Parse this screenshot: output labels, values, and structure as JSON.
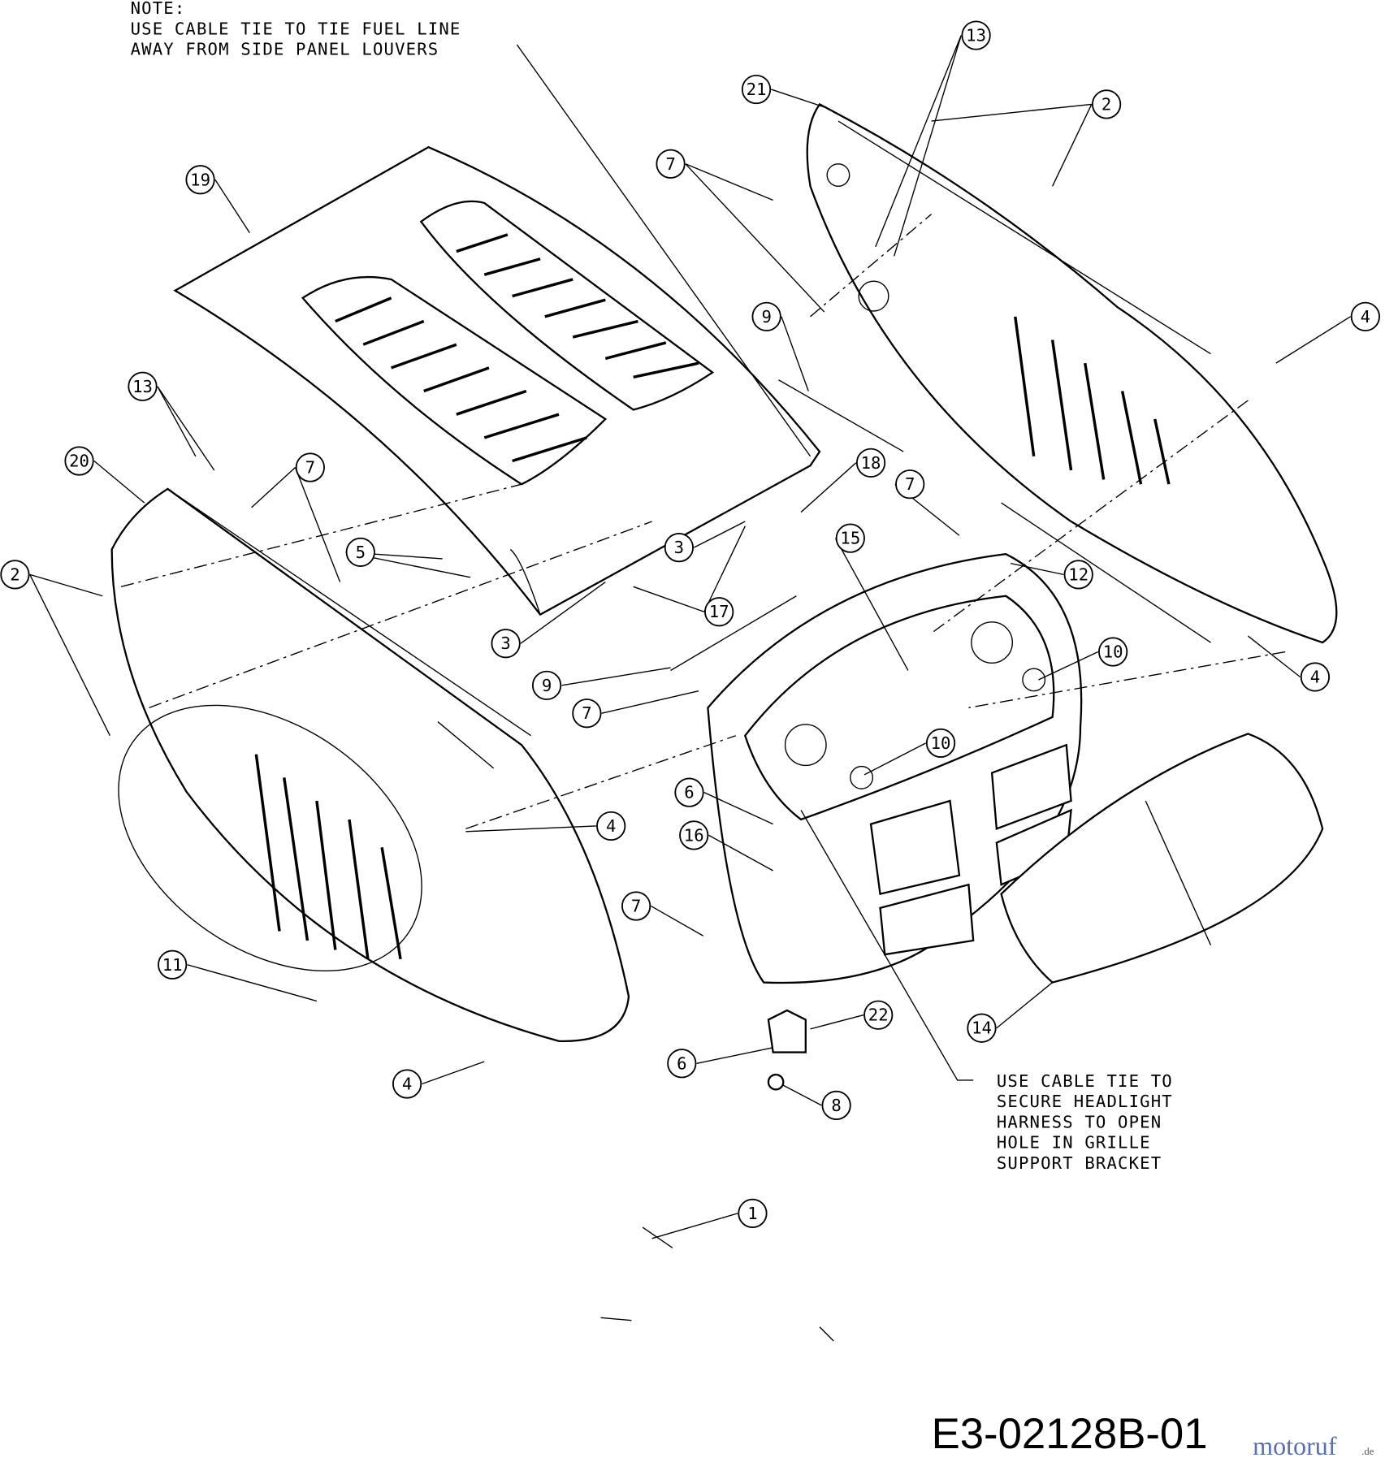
{
  "notes": {
    "top": [
      "NOTE:",
      "USE CABLE TIE TO TIE FUEL LINE",
      "AWAY FROM SIDE PANEL LOUVERS"
    ],
    "bottom": [
      "USE CABLE TIE TO",
      "SECURE HEADLIGHT",
      "HARNESS TO OPEN",
      "HOLE IN GRILLE",
      "SUPPORT BRACKET"
    ]
  },
  "drawing_code": "E3-02128B-01",
  "watermark": {
    "text": "motoruf",
    "suffix": ".de"
  },
  "callouts": [
    "13",
    "21",
    "2",
    "7",
    "19",
    "9",
    "4",
    "13",
    "20",
    "7",
    "18",
    "7",
    "15",
    "5",
    "3",
    "2",
    "12",
    "17",
    "3",
    "10",
    "4",
    "9",
    "7",
    "10",
    "6",
    "4",
    "16",
    "7",
    "11",
    "22",
    "14",
    "6",
    "4",
    "8",
    "1"
  ]
}
